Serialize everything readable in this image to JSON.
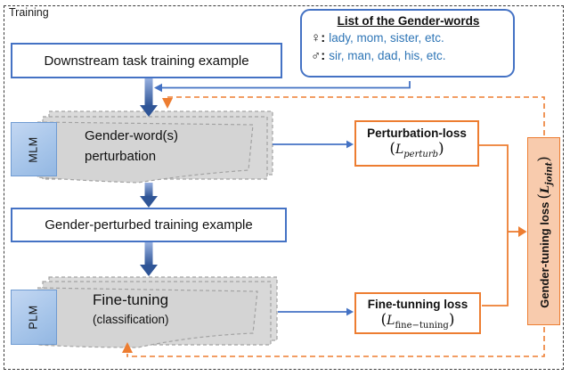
{
  "frame": {
    "label": "Training"
  },
  "nodes": {
    "downstream": {
      "label": "Downstream task training example"
    },
    "gender_words": {
      "title": "List of the Gender-words",
      "female_symbol": "♀:",
      "female_words": "lady, mom, sister, etc.",
      "male_symbol": "♂:",
      "male_words": "sir, man, dad, his, etc."
    },
    "mlm": {
      "tab": "MLM",
      "line1": "Gender-word(s)",
      "line2": "perturbation"
    },
    "gender_perturbed": {
      "label": "Gender-perturbed training example"
    },
    "plm": {
      "tab": "PLM",
      "line1": "Fine-tuning",
      "line2": "(classification)"
    },
    "perturbation_loss": {
      "title": "Perturbation-loss",
      "open": "(",
      "L": "L",
      "sub": "perturb",
      "close": ")"
    },
    "fine_tuning_loss": {
      "title": "Fine-tunning loss",
      "open": "(",
      "L": "L",
      "sub": "fine−tuning",
      "close": ")"
    },
    "joint_loss": {
      "label": "Gender-tuning loss",
      "open": "(",
      "L": "L",
      "sub": "joint",
      "close": ")"
    }
  },
  "colors": {
    "blue_border": "#4472C4",
    "blue_text": "#2E75B6",
    "orange": "#ED7D31",
    "joint_fill": "#F8CBAD",
    "gray_fill": "#D6D6D6",
    "tab_fill": "#A9C9EC",
    "arrow_dark_blue": "#2F5597"
  }
}
